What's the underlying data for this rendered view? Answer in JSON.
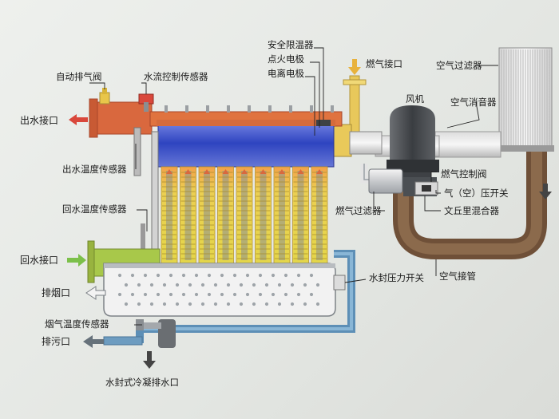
{
  "labels": {
    "auto_air_vent": "自动排气阀",
    "water_flow_sensor": "水流控制传感器",
    "safety_limiter": "安全限温器",
    "ignition_electrode": "点火电极",
    "ionization_electrode": "电离电极",
    "gas_inlet": "燃气接口",
    "air_filter": "空气过滤器",
    "fan": "风机",
    "air_silencer": "空气消音器",
    "water_outlet": "出水接口",
    "outlet_temp_sensor": "出水温度传感器",
    "gas_control_valve": "燃气控制阀",
    "air_pressure_switch": "气（空）压开关",
    "venturi_mixer": "文丘里混合器",
    "return_temp_sensor": "回水温度传感器",
    "gas_filter": "燃气过滤器",
    "water_inlet": "回水接口",
    "water_seal_pressure_switch": "水封压力开关",
    "air_duct": "空气接管",
    "flue_outlet": "排烟口",
    "flue_temp_sensor": "烟气温度传感器",
    "drain_outlet": "排污口",
    "condensate_drain": "水封式冷凝排水口"
  },
  "colors": {
    "hot_pipe": "#d9683e",
    "manifold_blue": "#3a4fc4",
    "fin_yellow": "#e7d44a",
    "fin_orange": "#f0a448",
    "inlet_green": "#a8c84a",
    "return_pipe": "#6d9cc0",
    "duct_brown": "#7a5a3e",
    "arrow_red": "#d9473b",
    "arrow_green": "#7cc04a",
    "arrow_grey": "#66717a"
  }
}
